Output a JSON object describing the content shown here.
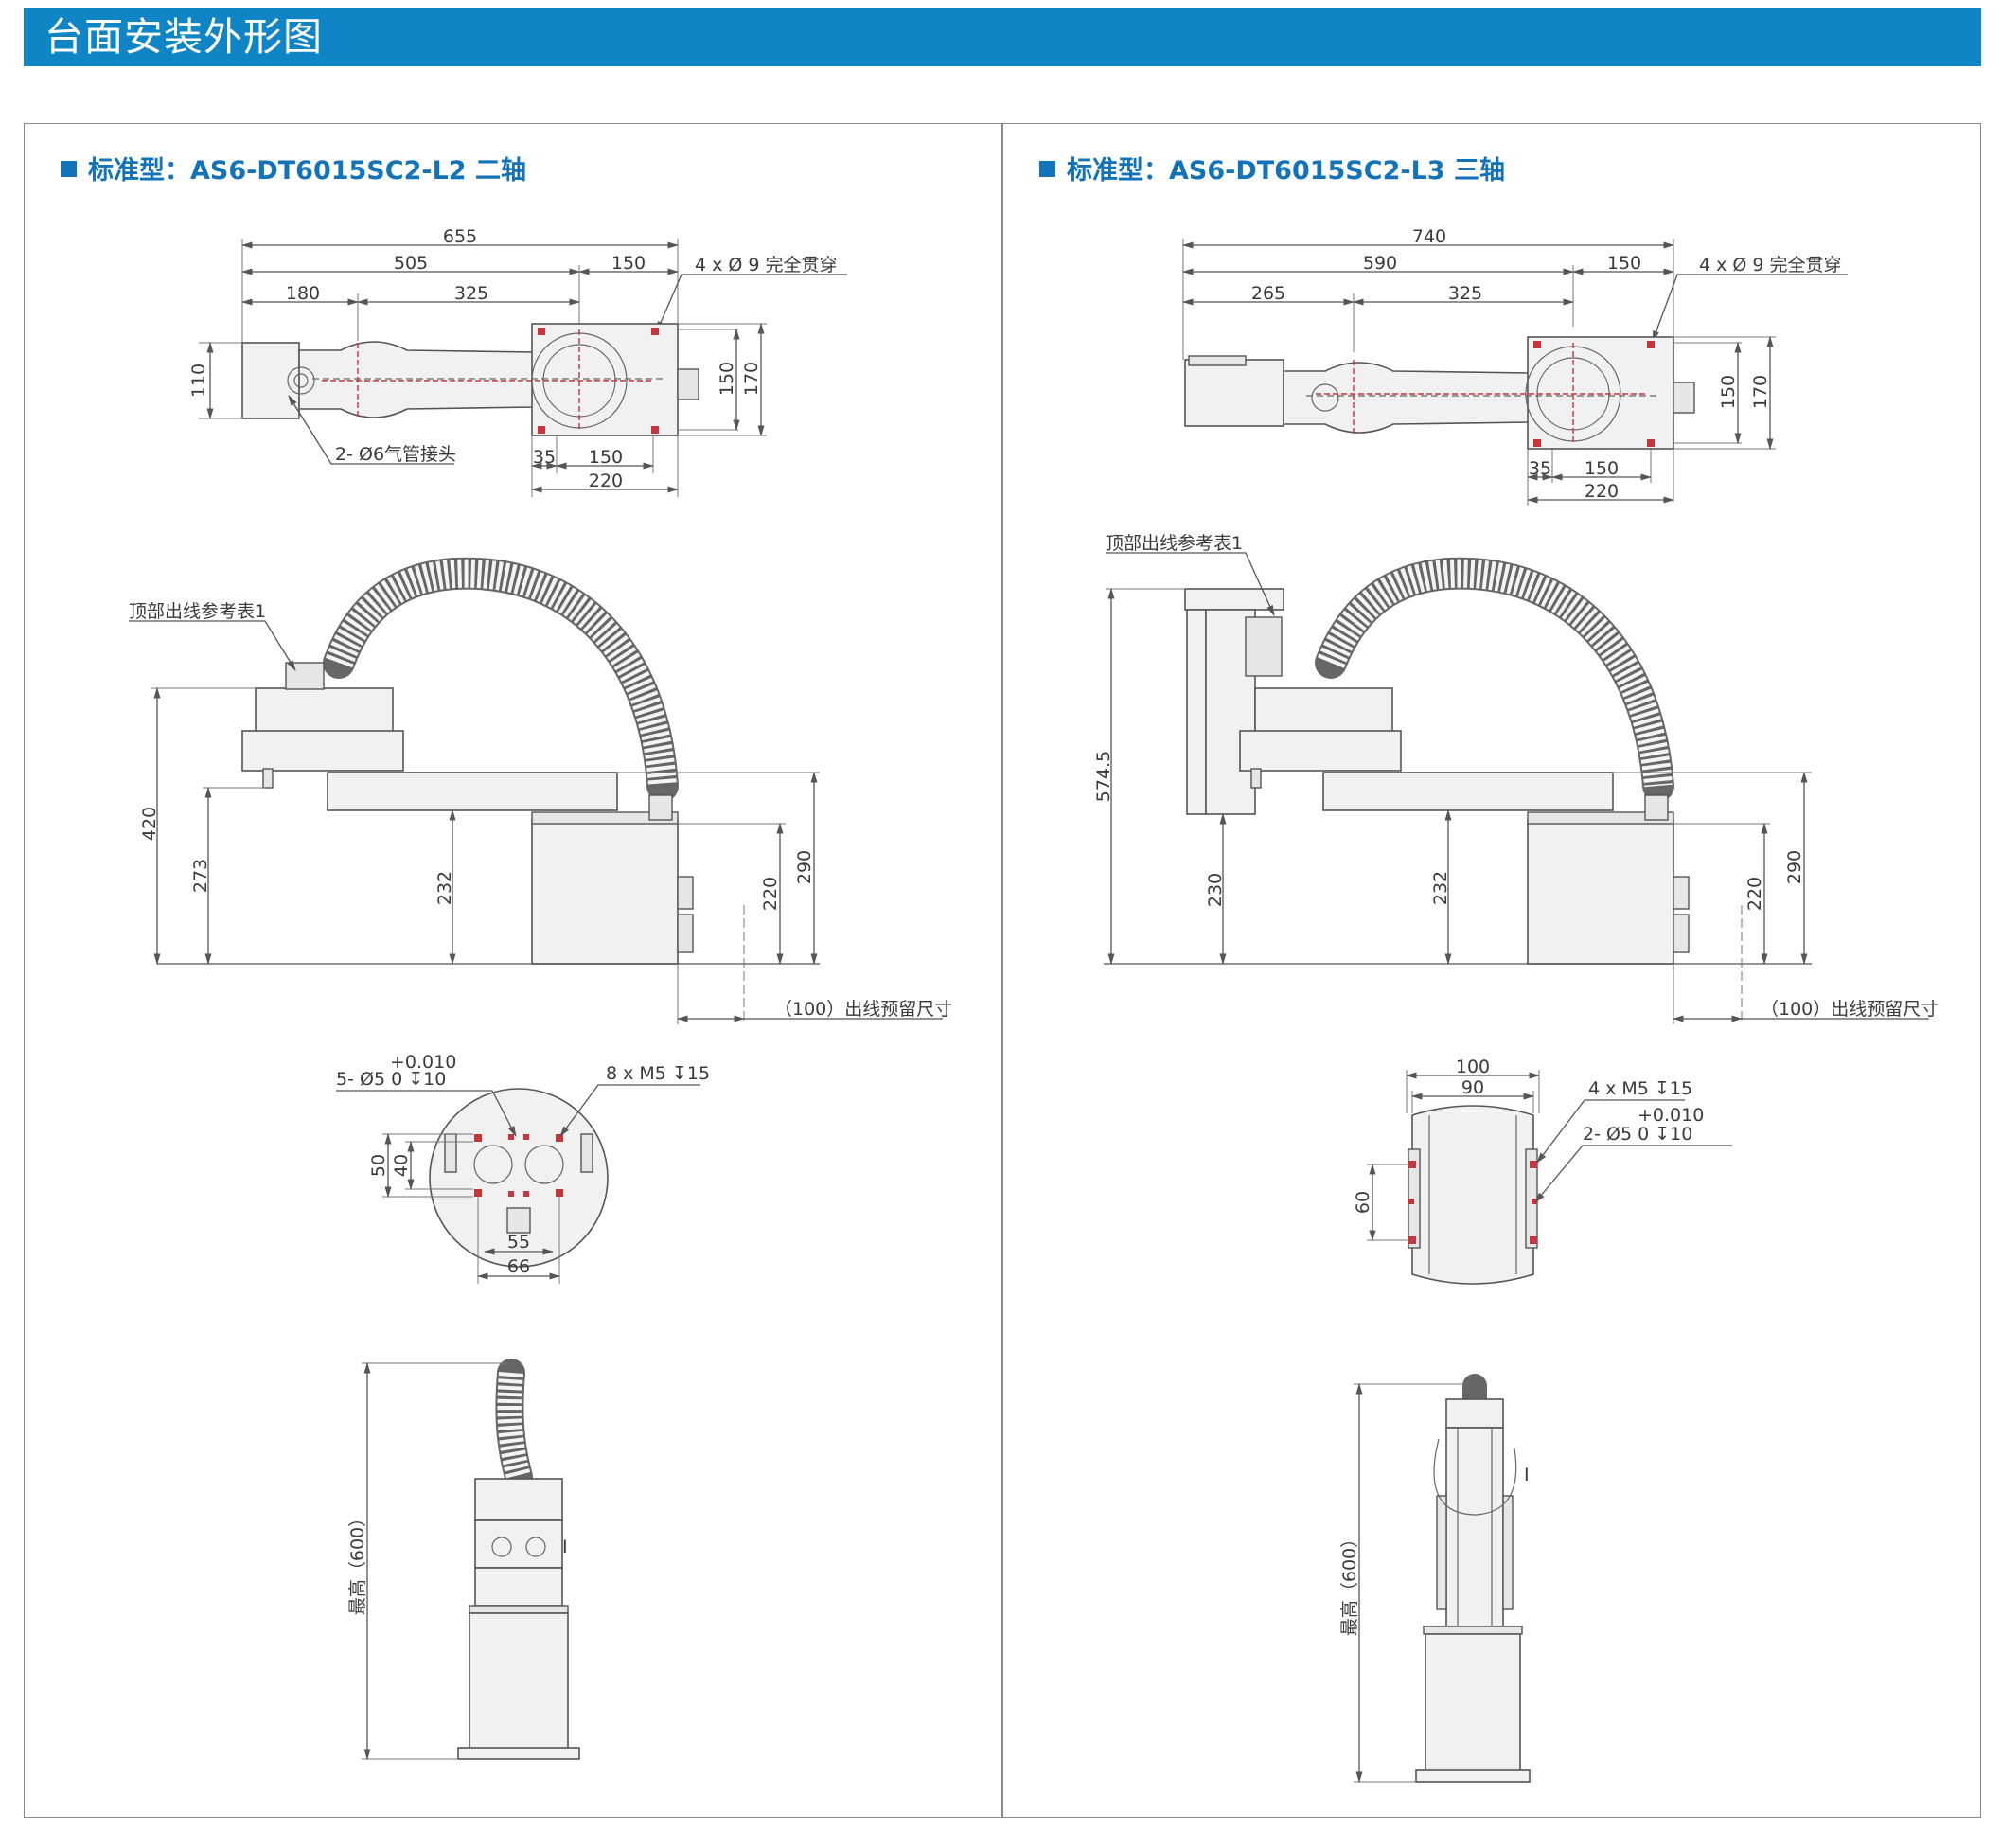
{
  "header": {
    "title": "台面安装外形图"
  },
  "colors": {
    "header_bg": "#1085c6",
    "accent": "#1273b8",
    "highlight": "#c8343c"
  },
  "left_panel": {
    "title": "标准型：AS6-DT6015SC2-L2 二轴",
    "top_view": {
      "d655": "655",
      "d505": "505",
      "d150": "150",
      "d180": "180",
      "d325": "325",
      "hole_note": "4 x   Ø 9 完全贯穿",
      "d110": "110",
      "d150v": "150",
      "d170v": "170",
      "air_note": "2- Ø6气管接头",
      "d35": "35",
      "d150b": "150",
      "d220": "220"
    },
    "side_view": {
      "ref_note": "顶部出线参考表1",
      "d420": "420",
      "d273": "273",
      "d232": "232",
      "d220": "220",
      "d290": "290",
      "cable_note": "（100）出线预留尺寸"
    },
    "flange_view": {
      "tol": "+0.010",
      "hole_note": "5- Ø5    0       ↧10",
      "thread_note": "8 x M5 ↧15",
      "d50": "50",
      "d40": "40",
      "d55": "55",
      "d66": "66"
    },
    "front_view": {
      "height_note": "最高（600）",
      "mark": "I"
    }
  },
  "right_panel": {
    "title": "标准型：AS6-DT6015SC2-L3 三轴",
    "top_view": {
      "d740": "740",
      "d590": "590",
      "d150": "150",
      "d265": "265",
      "d325": "325",
      "hole_note": "4 x   Ø 9 完全贯穿",
      "d150v": "150",
      "d170v": "170",
      "d35": "35",
      "d150b": "150",
      "d220": "220"
    },
    "side_view": {
      "ref_note": "顶部出线参考表1",
      "d574": "574.5",
      "d230": "230",
      "d232": "232",
      "d220": "220",
      "d290": "290",
      "cable_note": "（100）出线预留尺寸"
    },
    "flange_view": {
      "d100": "100",
      "d90": "90",
      "thread_note": "4 x M5 ↧15",
      "tol": "+0.010",
      "hole_note": "2- Ø5    0       ↧10",
      "d60": "60"
    },
    "front_view": {
      "height_note": "最高（600）",
      "mark": "I"
    }
  }
}
